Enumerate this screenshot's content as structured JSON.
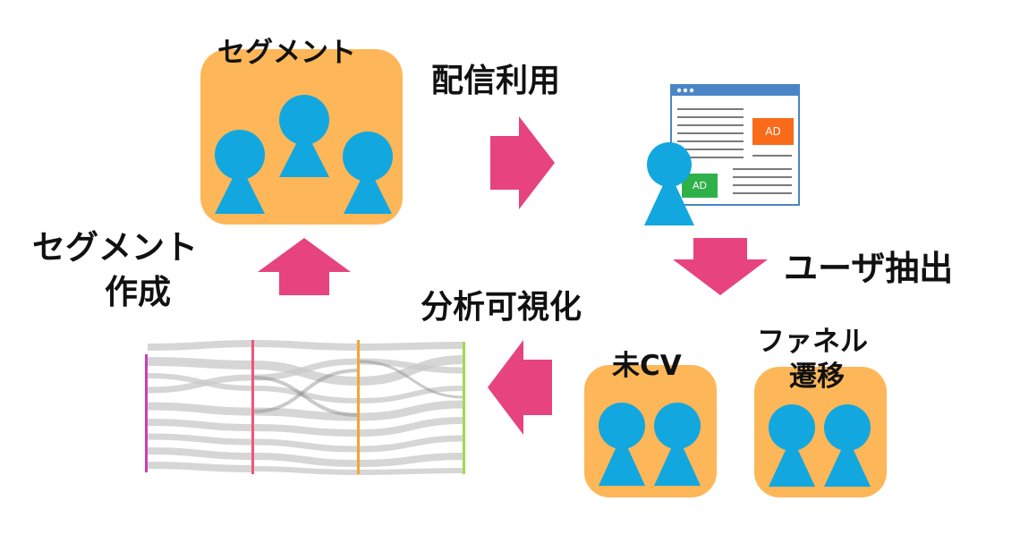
{
  "segment_box": {
    "title": "セグメント"
  },
  "steps": {
    "delivery": "配信利用",
    "extract": "ユーザ抽出",
    "visualize": "分析可視化",
    "create_line1": "セグメント",
    "create_line2": "作成"
  },
  "groups": {
    "no_cv": "未CV",
    "funnel_line1": "ファネル",
    "funnel_line2": "遷移"
  },
  "browser": {
    "ad_orange_label": "AD",
    "ad_green_label": "AD"
  },
  "colors": {
    "box_fill": "#fdb758",
    "person": "#13a7e0",
    "arrow": "#e6437f",
    "ad_orange": "#f96a19",
    "ad_green": "#2fb14a",
    "browser_bar": "#4a86c5",
    "sankey_stage1": "#c93fb6",
    "sankey_stage2": "#f2557a",
    "sankey_stage3": "#f3a531",
    "sankey_stage4": "#9ddc4c"
  }
}
